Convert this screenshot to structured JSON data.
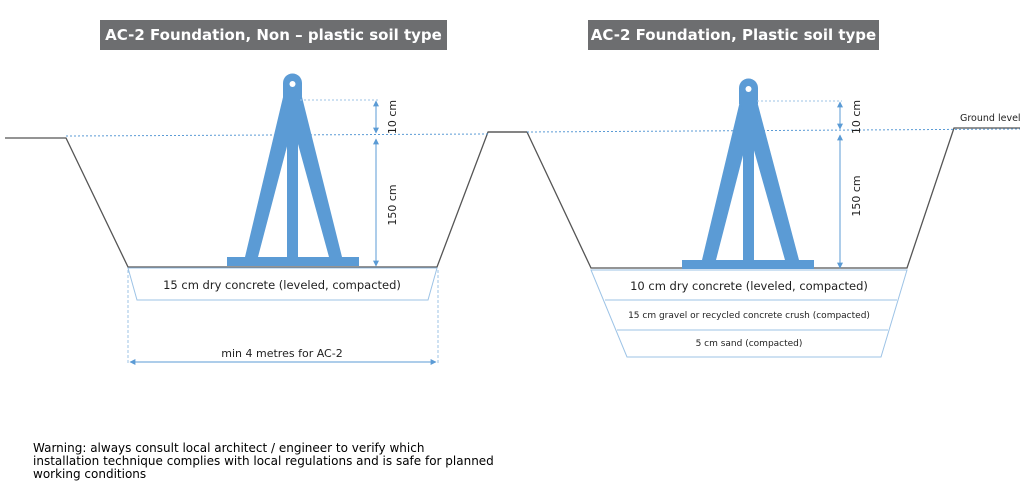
{
  "titles": {
    "left": "AC-2 Foundation, Non – plastic soil type",
    "right": "AC-2 Foundation, Plastic soil type"
  },
  "labels": {
    "ground_level": "Ground level",
    "left_height_top": "10 cm",
    "left_height_main": "150 cm",
    "left_layer_concrete": "15 cm dry concrete (leveled, compacted)",
    "left_width": "min 4 metres for AC-2",
    "right_height_top": "10 cm",
    "right_height_main": "150 cm",
    "right_layer_concrete": "10 cm dry concrete (leveled, compacted)",
    "right_layer_gravel": "15 cm gravel or recycled concrete crush (compacted)",
    "right_layer_sand": "5 cm sand (compacted)"
  },
  "warning": {
    "line1": "Warning: always consult local architect / engineer to verify which",
    "line2": "installation technique complies with local regulations and is safe for planned",
    "line3": "working conditions"
  },
  "colors": {
    "structure_blue": "#5b9bd5",
    "title_background": "#6d6e70",
    "dimension_blue": "#5b9bd5"
  }
}
